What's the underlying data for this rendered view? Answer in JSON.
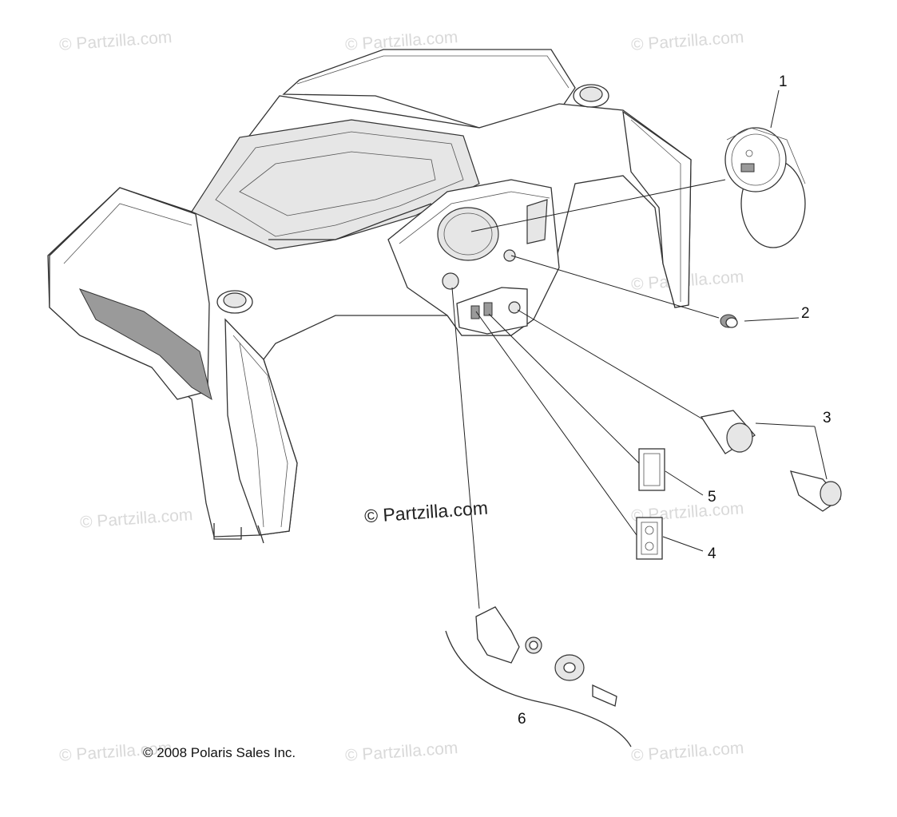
{
  "watermark": "© Partzilla.com",
  "center_watermark": "© Partzilla.com",
  "copyright": "© 2008 Polaris Sales Inc.",
  "callouts": [
    "1",
    "2",
    "3",
    "4",
    "5",
    "6"
  ]
}
